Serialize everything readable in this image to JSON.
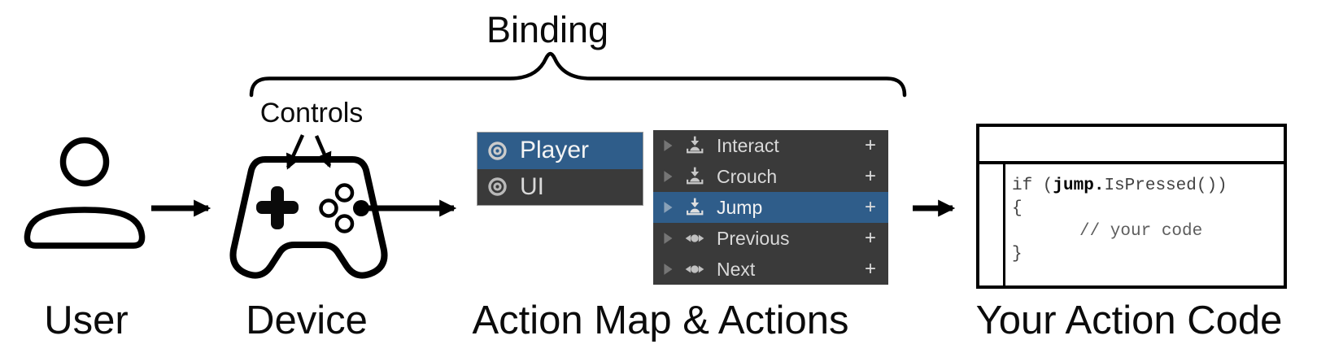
{
  "labels": {
    "binding": "Binding",
    "controls": "Controls",
    "user": "User",
    "device": "Device",
    "action_map": "Action Map & Actions",
    "action_code": "Your Action Code"
  },
  "colors": {
    "selection_blue": "#2F5D8A",
    "panel_dark": "#3A3A3A",
    "panel_text": "#D9D9D9",
    "selected_text": "#F4F4F4"
  },
  "action_map_panel": {
    "items": [
      {
        "label": "Player",
        "selected": true
      },
      {
        "label": "UI",
        "selected": false
      }
    ]
  },
  "actions_panel": {
    "add_label": "+",
    "items": [
      {
        "label": "Interact",
        "type": "button",
        "selected": false
      },
      {
        "label": "Crouch",
        "type": "button",
        "selected": false
      },
      {
        "label": "Jump",
        "type": "button",
        "selected": true
      },
      {
        "label": "Previous",
        "type": "axis",
        "selected": false
      },
      {
        "label": "Next",
        "type": "axis",
        "selected": false
      }
    ]
  },
  "code_panel": {
    "line1_pre": "if (",
    "line1_bold": "jump.",
    "line1_post": "IsPressed())",
    "line2": "{",
    "line3_comment": "// your code",
    "line4": "}"
  }
}
